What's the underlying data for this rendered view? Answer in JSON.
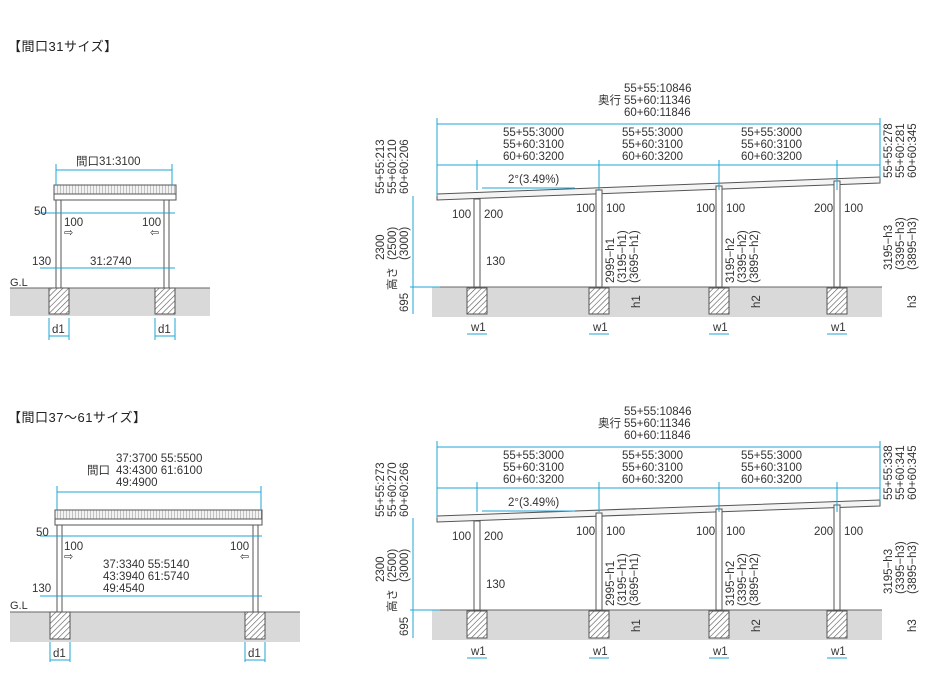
{
  "sections": [
    {
      "heading": "【間口31サイズ】",
      "front": {
        "width_label": "間口31:3100",
        "inner_label": "31:2740",
        "h50": "50",
        "h130": "130",
        "left100": "100",
        "right100": "100",
        "gl": "G.L",
        "d1a": "d1",
        "d1b": "d1"
      },
      "side": {
        "depth_label": "奥行",
        "depth_lines": [
          "55+55:10846",
          "55+60:11346",
          "60+60:11846"
        ],
        "span_lines": [
          "55+55:3000",
          "55+60:3100",
          "60+60:3200"
        ],
        "left_dims": [
          "55+55:213",
          "55+60:210",
          "60+60:206"
        ],
        "right_dims": [
          "55+55:278",
          "55+60:281",
          "60+60:345"
        ],
        "slope": "2°(3.49%)",
        "heights": [
          "2300",
          "(2500)",
          "(3000)"
        ],
        "height_label": "高さ",
        "base": "695",
        "post1_100": "100",
        "post1_200": "200",
        "post1_130": "130",
        "post2_100a": "100",
        "post2_100b": "100",
        "post3_100a": "100",
        "post3_100b": "100",
        "post4_200": "200",
        "post4_100": "100",
        "h1_lines": [
          "2995−h1",
          "(3195−h1)",
          "(3695−h1)"
        ],
        "h2_lines": [
          "3195−h2",
          "(3395−h2)",
          "(3895−h2)"
        ],
        "h3_lines": [
          "3195−h3",
          "(3395−h3)",
          "(3895−h3)"
        ],
        "h1": "h1",
        "h2": "h2",
        "h3": "h3",
        "w1": "w1"
      }
    },
    {
      "heading": "【間口37〜61サイズ】",
      "front": {
        "width_lines": [
          "37:3700  55:5500",
          "43:4300  61:6100",
          "49:4900"
        ],
        "width_prefix": "間口",
        "inner_lines": [
          "37:3340  55:5140",
          "43:3940  61:5740",
          "49:4540"
        ],
        "h50": "50",
        "h130": "130",
        "left100": "100",
        "right100": "100",
        "gl": "G.L",
        "d1a": "d1",
        "d1b": "d1"
      },
      "side": {
        "depth_label": "奥行",
        "depth_lines": [
          "55+55:10846",
          "55+60:11346",
          "60+60:11846"
        ],
        "span_lines": [
          "55+55:3000",
          "55+60:3100",
          "60+60:3200"
        ],
        "left_dims": [
          "55+55:273",
          "55+60:270",
          "60+60:266"
        ],
        "right_dims": [
          "55+55:338",
          "55+60:341",
          "60+60:345"
        ],
        "slope": "2°(3.49%)",
        "heights": [
          "2300",
          "(2500)",
          "(3000)"
        ],
        "height_label": "高さ",
        "base": "695",
        "post1_100": "100",
        "post1_200": "200",
        "post1_130": "130",
        "post2_100a": "100",
        "post2_100b": "100",
        "post3_100a": "100",
        "post3_100b": "100",
        "post4_200": "200",
        "post4_100": "100",
        "h1_lines": [
          "2995−h1",
          "(3195−h1)",
          "(3695−h1)"
        ],
        "h2_lines": [
          "3195−h2",
          "(3395−h2)",
          "(3895−h2)"
        ],
        "h3_lines": [
          "3195−h3",
          "(3395−h3)",
          "(3895−h3)"
        ],
        "h1": "h1",
        "h2": "h2",
        "h3": "h3",
        "w1": "w1"
      }
    }
  ],
  "colors": {
    "dimension": "#1ea7d6",
    "ground": "#d9d9d9",
    "structure": "#555555"
  }
}
